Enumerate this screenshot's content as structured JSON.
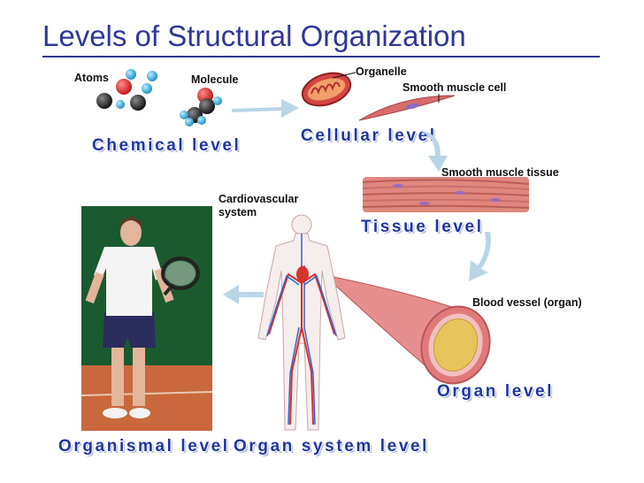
{
  "title": "Levels of Structural Organization",
  "labels": {
    "atoms": "Atoms",
    "molecule": "Molecule",
    "organelle": "Organelle",
    "smooth_muscle_cell": "Smooth muscle cell",
    "smooth_muscle_tissue": "Smooth muscle tissue",
    "cardiovascular_line1": "Cardiovascular",
    "cardiovascular_line2": "system",
    "blood_vessel": "Blood vessel (organ)"
  },
  "levels": {
    "chemical": "Chemical level",
    "cellular": "Cellular level",
    "tissue": "Tissue level",
    "organ": "Organ level",
    "organ_system": "Organ system level",
    "organismal": "Organismal level"
  },
  "colors": {
    "title": "#2f3796",
    "level_text": "#1f36a0",
    "arrow": "#b9d6e6",
    "atom_red": "#e0282a",
    "atom_blue": "#3fb6e6",
    "atom_black": "#2a2a2a",
    "muscle": "#d96b6b",
    "vessel_wall": "#e78e8e",
    "vessel_inner": "#e8c35c"
  }
}
